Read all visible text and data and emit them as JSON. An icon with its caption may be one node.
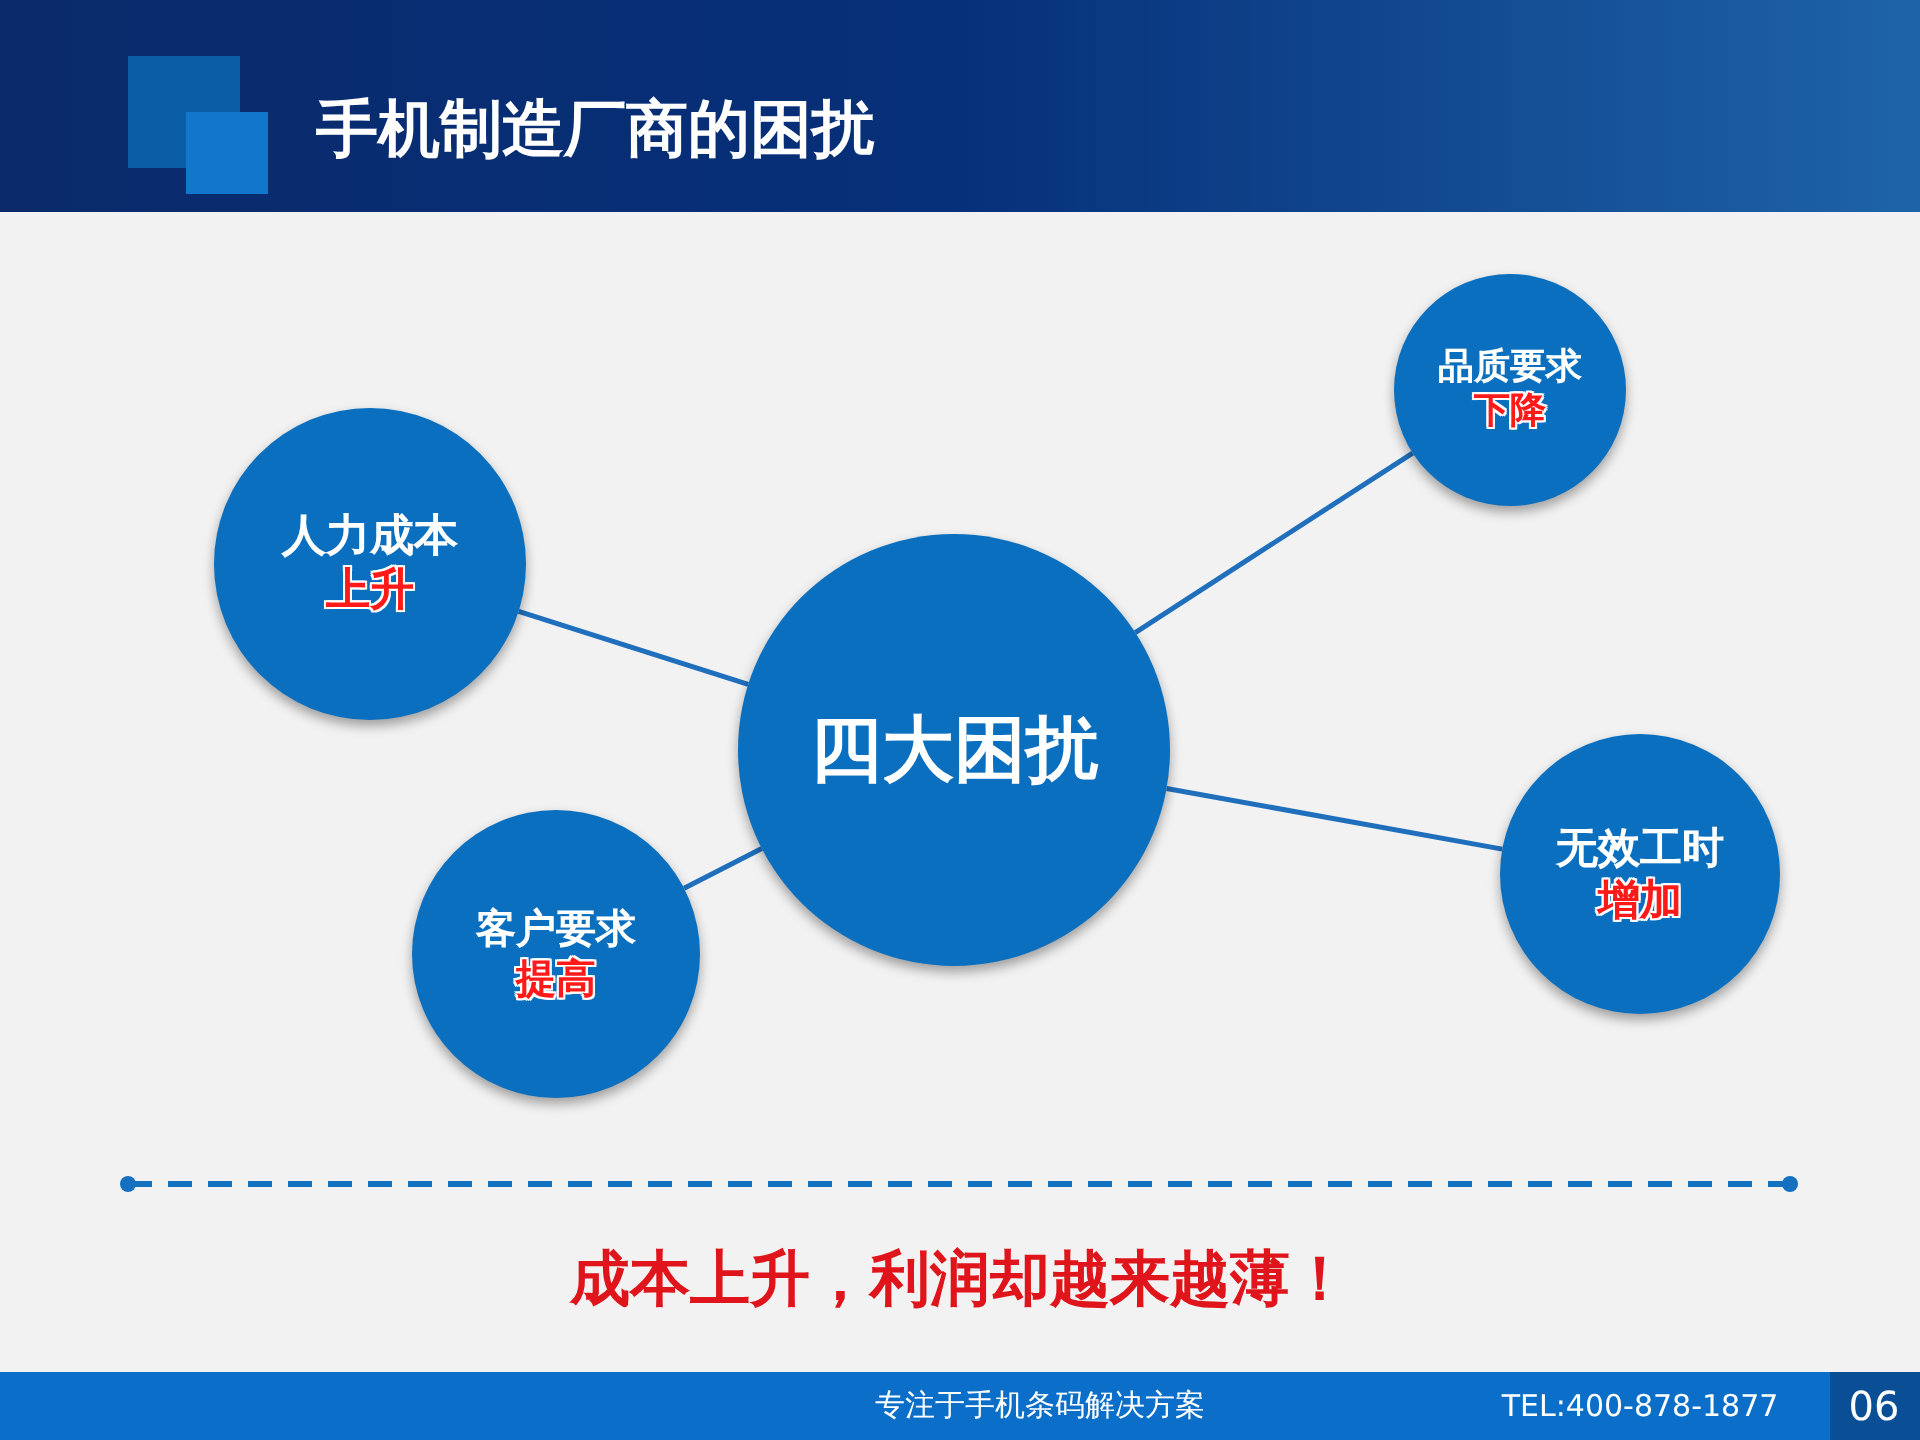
{
  "diagram": {
    "title": "手机制造厂商的困扰",
    "nodes": [
      {
        "text": [
          "四大困扰"
        ]
      },
      {
        "text": [
          "品质要求",
          "下降"
        ]
      },
      {
        "text": [
          "人力成本",
          "上升"
        ]
      },
      {
        "text": [
          "无效工时",
          "增加"
        ]
      },
      {
        "text": [
          "客户要求",
          "提高"
        ]
      }
    ],
    "edges": [
      {
        "from": 0,
        "to": 1,
        "arrow": "none"
      },
      {
        "from": 0,
        "to": 2,
        "arrow": "none"
      },
      {
        "from": 0,
        "to": 3,
        "arrow": "none"
      },
      {
        "from": 0,
        "to": 4,
        "arrow": "none"
      }
    ],
    "labels": [
      "成本上升，利润却越来越薄！",
      "专注于手机条码解决方案",
      "TEL:400-878-1877",
      "06"
    ]
  }
}
